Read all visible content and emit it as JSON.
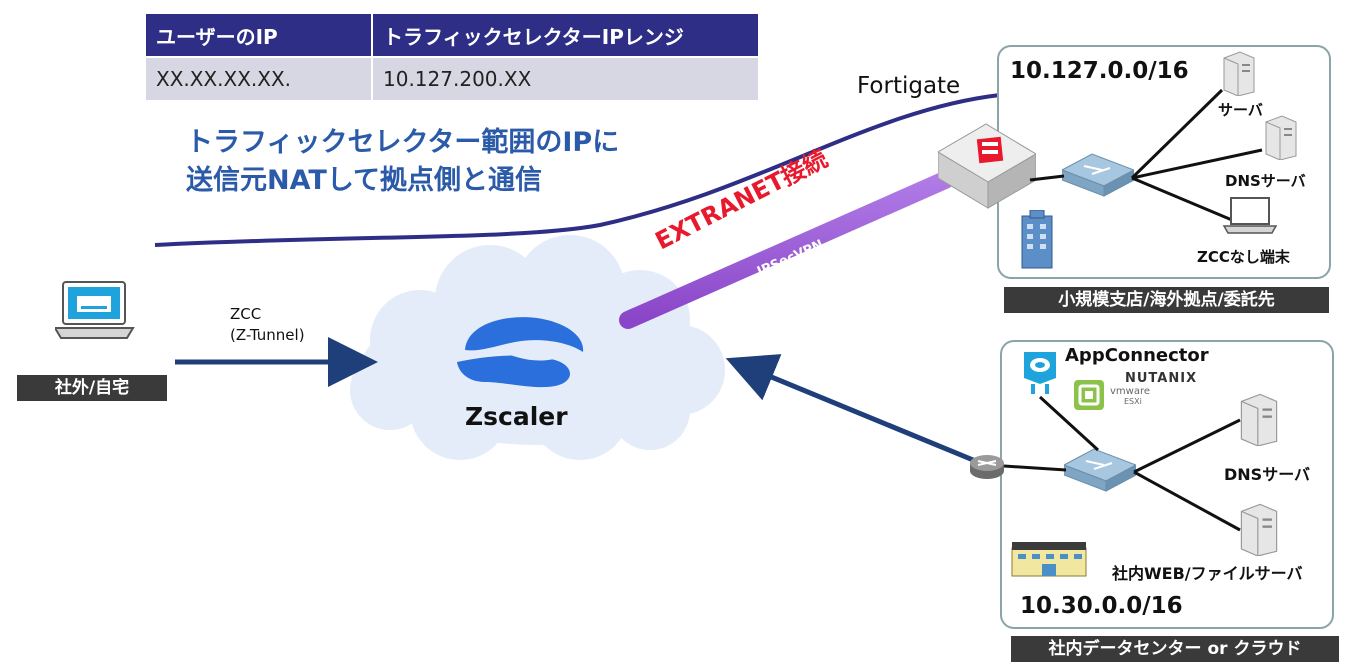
{
  "table": {
    "headers": [
      "ユーザーのIP",
      "トラフィックセレクターIPレンジ"
    ],
    "row": [
      "XX.XX.XX.XX.",
      "10.127.200.XX"
    ]
  },
  "headline": {
    "line1": "トラフィックセレクター範囲のIPに",
    "line2": "送信元NATして拠点側と通信"
  },
  "fortigate_label": "Fortigate",
  "extranet_label": "EXTRANET接続",
  "ipsec_label": "IPSecVPN",
  "zcc_label": [
    "ZCC",
    "(Z-Tunnel)"
  ],
  "zscaler_label": "Zscaler",
  "home_label": "社外/自宅",
  "branch": {
    "subnet": "10.127.0.0/16",
    "server": "サーバ",
    "dns": "DNSサーバ",
    "pc": "ZCCなし端末",
    "caption": "小規模支店/海外拠点/委託先"
  },
  "dc": {
    "appconnector": "AppConnector",
    "nutanix": "NUTANIX",
    "vmware": "vmware",
    "esxi": "ESXi",
    "dns": "DNSサーバ",
    "web": "社内WEB/ファイルサーバ",
    "subnet": "10.30.0.0/16",
    "caption": "社内データセンター or クラウド"
  },
  "colors": {
    "navy": "#2e2e86",
    "blue_line": "#1f3f7a",
    "purple_tunnel": "#9a5bd3",
    "red_text": "#e8192c",
    "zscaler_blue": "#2a6fdb"
  }
}
